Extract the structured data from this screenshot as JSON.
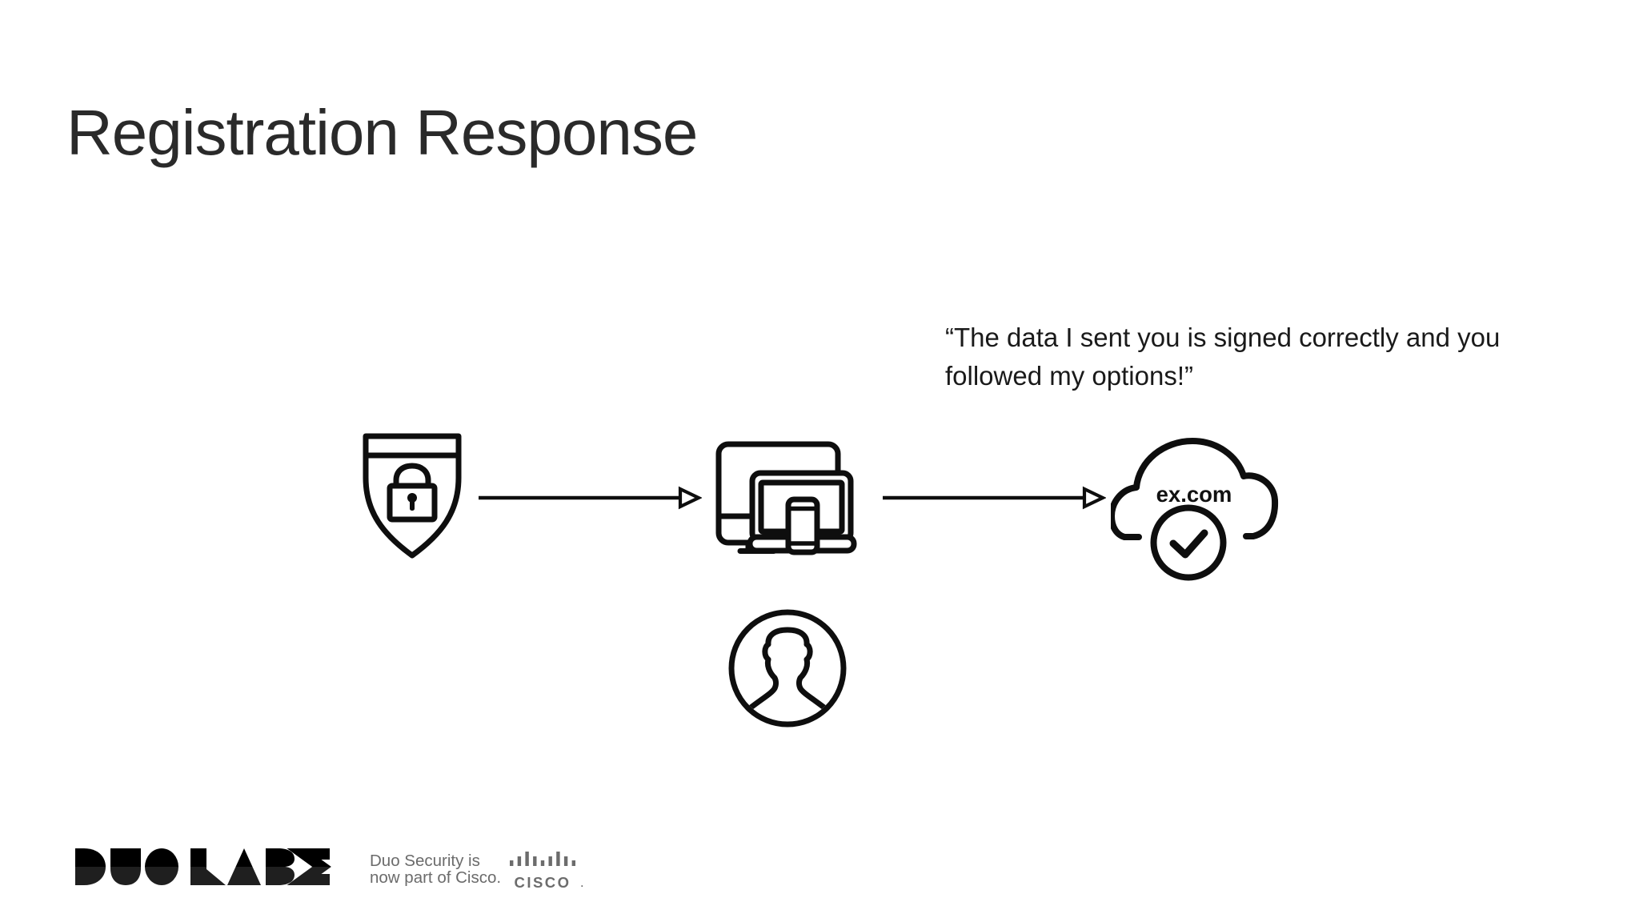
{
  "slide": {
    "title": "Registration Response",
    "quote": {
      "line1": "“The data I sent you is signed correctly and you",
      "line2": "followed my options!”"
    }
  },
  "diagram": {
    "cloud_label": "ex.com"
  },
  "footer": {
    "duo_labs_wordmark": "DUO LABS",
    "tagline_line1": "Duo Security is",
    "tagline_line2": "now part of Cisco.",
    "cisco_wordmark": "CISCO",
    "cisco_trademark_dot": "."
  },
  "colors": {
    "ink": "#0e0e0e",
    "title_text": "#2a2a2a",
    "body_text": "#1a1a1a",
    "footer_gray": "#6b6b6b",
    "background": "#ffffff"
  }
}
